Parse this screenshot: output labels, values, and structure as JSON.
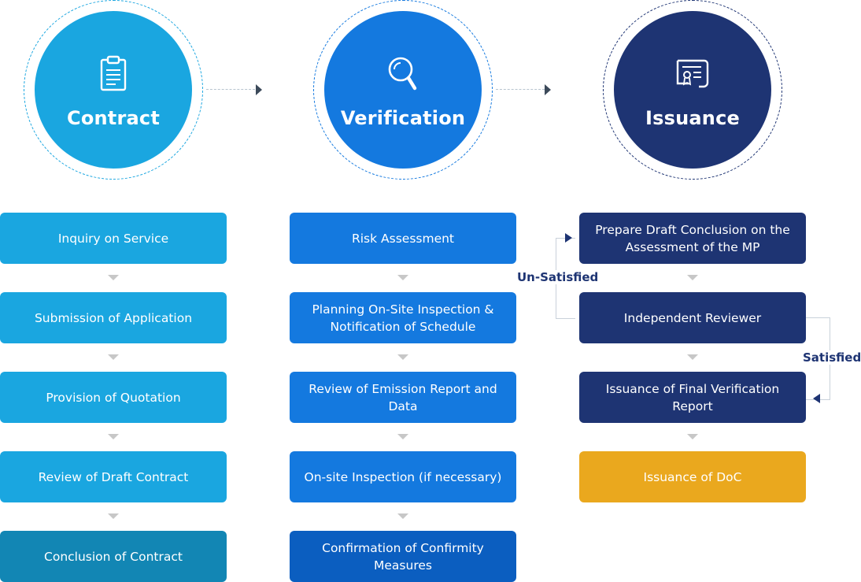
{
  "colors": {
    "contract": "#1aa6e0",
    "contract_last": "#1286b4",
    "verification": "#1479df",
    "verification_last": "#0b5ec0",
    "issuance": "#1e3473",
    "issuance_doc": "#eaa81e",
    "step_arrow": "#c7c7c7"
  },
  "stages": [
    {
      "title": "Contract",
      "icon": "clipboard-icon"
    },
    {
      "title": "Verification",
      "icon": "magnifier-icon"
    },
    {
      "title": "Issuance",
      "icon": "certificate-icon"
    }
  ],
  "contract_steps": [
    "Inquiry on Service",
    "Submission of Application",
    "Provision of Quotation",
    "Review of Draft Contract",
    "Conclusion of Contract"
  ],
  "verification_steps": [
    "Risk Assessment",
    "Planning On-Site Inspection & Notification of Schedule",
    "Review of Emission Report and Data",
    "On-site Inspection (if necessary)",
    "Confirmation of Confirmity Measures"
  ],
  "issuance_steps": [
    "Prepare Draft Conclusion on the Assessment of the MP",
    "Independent Reviewer",
    "Issuance of Final Verification Report",
    "Issuance of DoC"
  ],
  "feedback": {
    "unsatisfied": "Un-Satisfied",
    "satisfied": "Satisfied"
  }
}
